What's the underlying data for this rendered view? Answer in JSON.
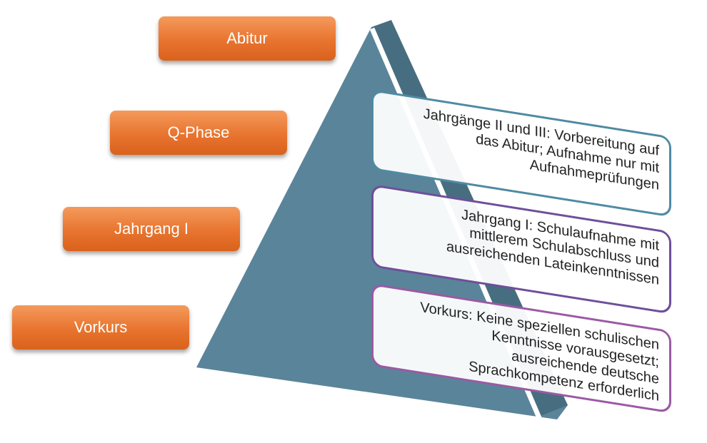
{
  "levels": [
    {
      "label": "Abitur"
    },
    {
      "label": "Q-Phase"
    },
    {
      "label": "Jahrgang I"
    },
    {
      "label": "Vorkurs"
    }
  ],
  "descriptions": [
    {
      "text": "Jahrgänge II und III: Vorbereitung auf\ndas Abitur; Aufnahme nur mit\nAufnahmeprüfungen"
    },
    {
      "text": "Jahrgang I: Schulaufnahme mit\nmittlerem Schulabschluss und\nausreichenden Lateinkenntnissen"
    },
    {
      "text": "Vorkurs: Keine speziellen schulischen\nKenntnisse vorausgesetzt;\nausreichende deutsche\nSprachkompetenz erforderlich"
    }
  ],
  "colors": {
    "pyramid": "#5a8499",
    "pyramid_edge": "#476d80",
    "box_orange": "#e8742f"
  }
}
